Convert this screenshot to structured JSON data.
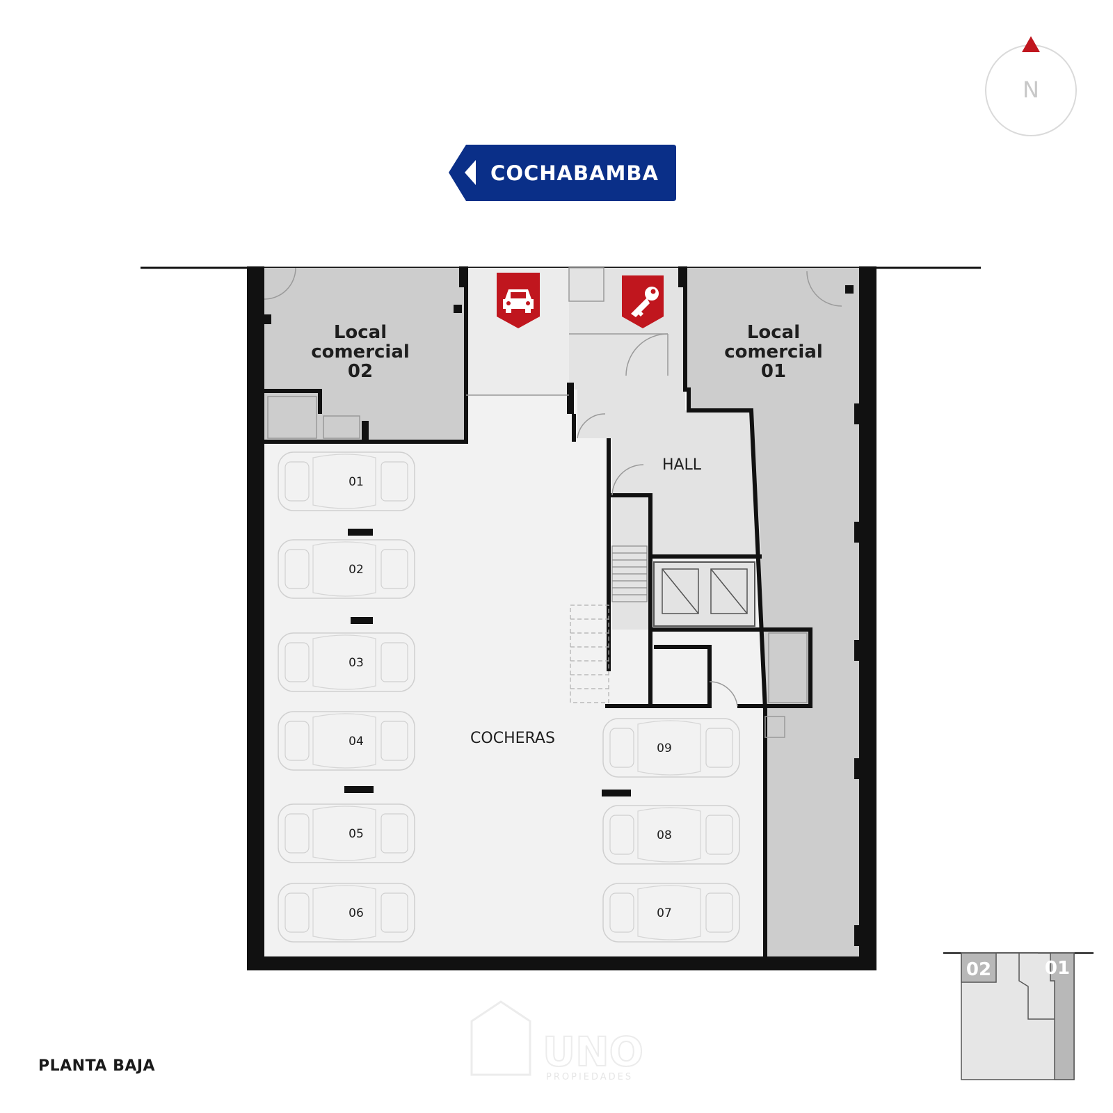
{
  "plan_title": "PLANTA BAJA",
  "street": {
    "name": "COCHABAMBA",
    "color": "#0a2f88"
  },
  "compass": {
    "label": "N",
    "accent": "#c0161e"
  },
  "rooms": {
    "local_02": [
      "Local",
      "comercial",
      "02"
    ],
    "local_01": [
      "Local",
      "comercial",
      "01"
    ],
    "hall": "HALL",
    "cocheras": "COCHERAS"
  },
  "parking_spots": [
    "01",
    "02",
    "03",
    "04",
    "05",
    "06",
    "07",
    "08",
    "09"
  ],
  "entrance_icons": [
    "car-icon",
    "key-icon"
  ],
  "key_plan": {
    "labels": [
      "02",
      "01"
    ]
  },
  "watermark": {
    "brand": "UNO",
    "sub": "PROPIEDADES"
  },
  "colors": {
    "wall": "#111111",
    "local_fill": "#cdcdcd",
    "common_fill": "#e3e3e3",
    "garage_fill": "#f2f2f2",
    "accent_red": "#c0161e"
  }
}
